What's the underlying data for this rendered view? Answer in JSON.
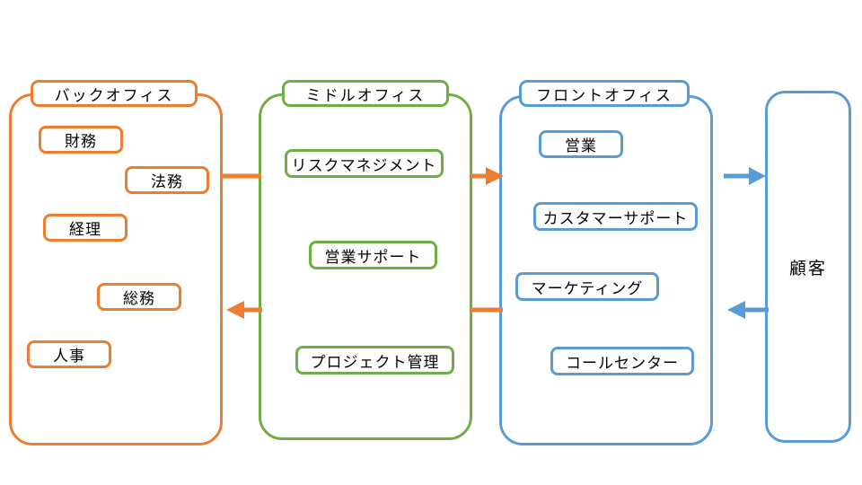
{
  "diagram": {
    "title": "",
    "colors": {
      "back_office": "#ED7D31",
      "middle_office": "#70AD47",
      "front_office": "#5B9BD5",
      "customer": "#5B9BD5",
      "background": "#FFFFFF",
      "text": "#000000"
    },
    "columns": [
      {
        "key": "back_office",
        "header": "バックオフィス",
        "color": "#ED7D31",
        "units": [
          {
            "label": "財務"
          },
          {
            "label": "法務"
          },
          {
            "label": "経理"
          },
          {
            "label": "総務"
          },
          {
            "label": "人事"
          }
        ]
      },
      {
        "key": "middle_office",
        "header": "ミドルオフィス",
        "color": "#70AD47",
        "units": [
          {
            "label": "リスクマネジメント"
          },
          {
            "label": "営業サポート"
          },
          {
            "label": "プロジェクト管理"
          }
        ]
      },
      {
        "key": "front_office",
        "header": "フロントオフィス",
        "color": "#5B9BD5",
        "units": [
          {
            "label": "営業"
          },
          {
            "label": "カスタマーサポート"
          },
          {
            "label": "マーケティング"
          },
          {
            "label": "コールセンター"
          }
        ]
      },
      {
        "key": "customer",
        "header": "",
        "color": "#5B9BD5",
        "label": "顧客",
        "units": []
      }
    ],
    "arrows": [
      {
        "name": "back-to-middle",
        "color": "#ED7D31",
        "direction": "right",
        "from": "back_office",
        "to": "middle_office"
      },
      {
        "name": "middle-to-front",
        "color": "#ED7D31",
        "direction": "right",
        "from": "middle_office",
        "to": "front_office"
      },
      {
        "name": "front-to-middle",
        "color": "#ED7D31",
        "direction": "left",
        "from": "front_office",
        "to": "middle_office"
      },
      {
        "name": "middle-to-back",
        "color": "#ED7D31",
        "direction": "left",
        "from": "middle_office",
        "to": "back_office"
      },
      {
        "name": "front-to-customer",
        "color": "#5B9BD5",
        "direction": "right",
        "from": "front_office",
        "to": "customer"
      },
      {
        "name": "customer-to-front",
        "color": "#5B9BD5",
        "direction": "left",
        "from": "customer",
        "to": "front_office"
      }
    ]
  }
}
